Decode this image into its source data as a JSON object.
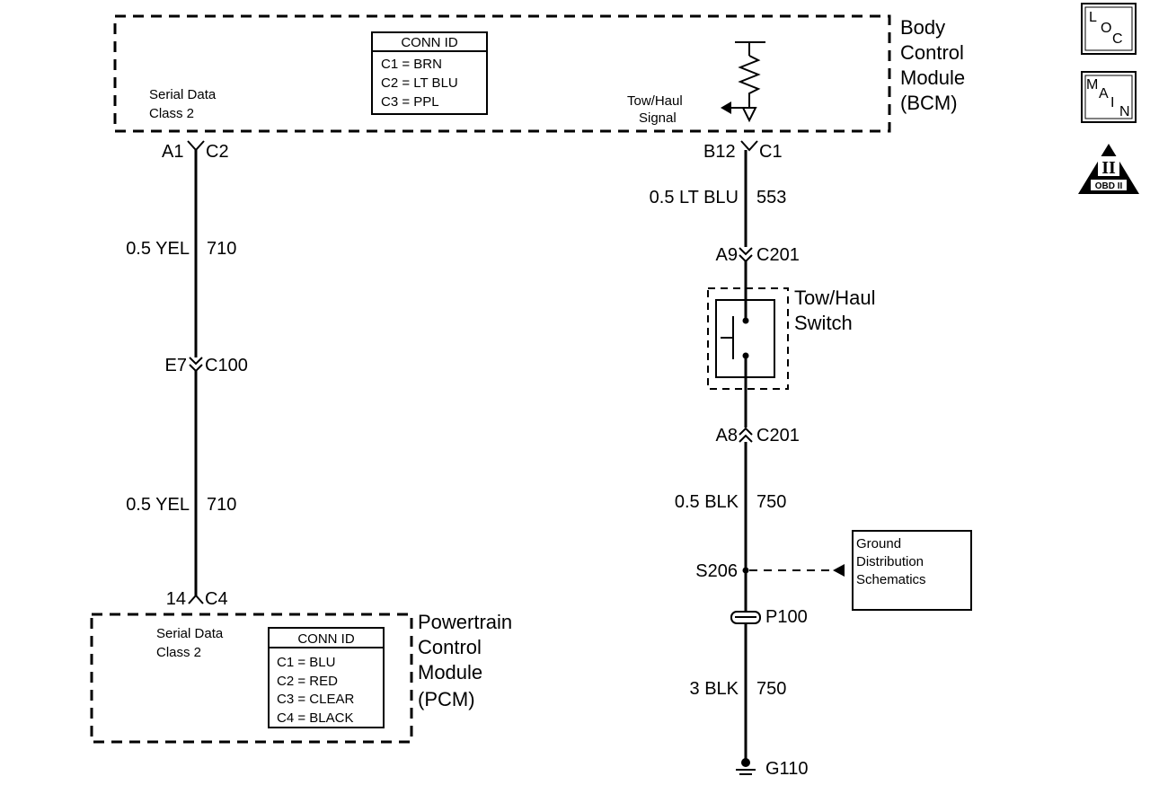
{
  "bcm": {
    "name_line1": "Body",
    "name_line2": "Control",
    "name_line3": "Module",
    "name_line4": "(BCM)",
    "serial_line1": "Serial Data",
    "serial_line2": "Class 2",
    "conn_title": "CONN ID",
    "conn_rows": [
      "C1 = BRN",
      "C2 = LT BLU",
      "C3 = PPL"
    ],
    "tow_line1": "Tow/Haul",
    "tow_line2": "Signal"
  },
  "pcm": {
    "name_line1": "Powertrain",
    "name_line2": "Control",
    "name_line3": "Module",
    "name_line4": "(PCM)",
    "serial_line1": "Serial Data",
    "serial_line2": "Class 2",
    "conn_title": "CONN ID",
    "conn_rows": [
      "C1 = BLU",
      "C2 = RED",
      "C3 = CLEAR",
      "C4 = BLACK"
    ]
  },
  "left_circuit": {
    "bcm_pin": "A1",
    "bcm_conn": "C2",
    "wire1_color": "0.5 YEL",
    "wire1_circuit": "710",
    "inline_pin": "E7",
    "inline_conn": "C100",
    "wire2_color": "0.5 YEL",
    "wire2_circuit": "710",
    "pcm_pin": "14",
    "pcm_conn": "C4"
  },
  "right_circuit": {
    "bcm_pin": "B12",
    "bcm_conn": "C1",
    "wire1_color": "0.5 LT BLU",
    "wire1_circuit": "553",
    "conn_a_pin": "A9",
    "conn_a_id": "C201",
    "switch_line1": "Tow/Haul",
    "switch_line2": "Switch",
    "conn_b_pin": "A8",
    "conn_b_id": "C201",
    "wire2_color": "0.5 BLK",
    "wire2_circuit": "750",
    "splice": "S206",
    "ground_ref_line1": "Ground",
    "ground_ref_line2": "Distribution",
    "ground_ref_line3": "Schematics",
    "pass_through": "P100",
    "wire3_color": "3 BLK",
    "wire3_circuit": "750",
    "ground": "G110"
  },
  "nav": {
    "loc_letters": [
      "L",
      "O",
      "C"
    ],
    "main_letters": [
      "M",
      "A",
      "I",
      "N"
    ],
    "obd_roman": "II",
    "obd_text": "OBD II"
  }
}
